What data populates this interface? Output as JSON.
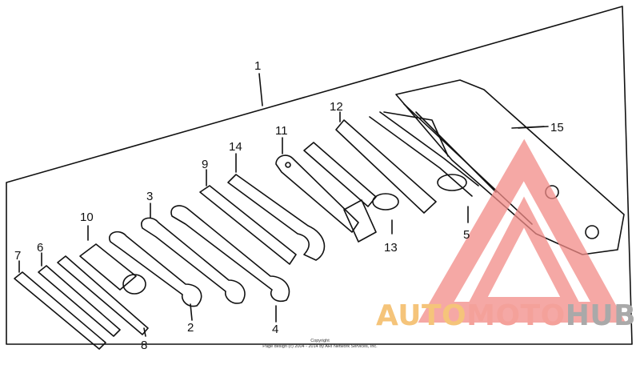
{
  "callouts": [
    "1",
    "2",
    "3",
    "4",
    "5",
    "6",
    "7",
    "8",
    "9",
    "10",
    "11",
    "12",
    "13",
    "14",
    "15"
  ],
  "copyright": {
    "line1": "Copyright",
    "line2": "Page design (c) 2004 - 2014 by ARI Network Services, Inc."
  },
  "watermark": {
    "text_auto": "AUTO",
    "text_moto": "MOTO",
    "text_hub": "HUB",
    "color_auto": "#f5c47a",
    "color_moto": "#f4a19a",
    "color_hub": "#a9a9a9",
    "color_triangle": "#f28b87"
  }
}
